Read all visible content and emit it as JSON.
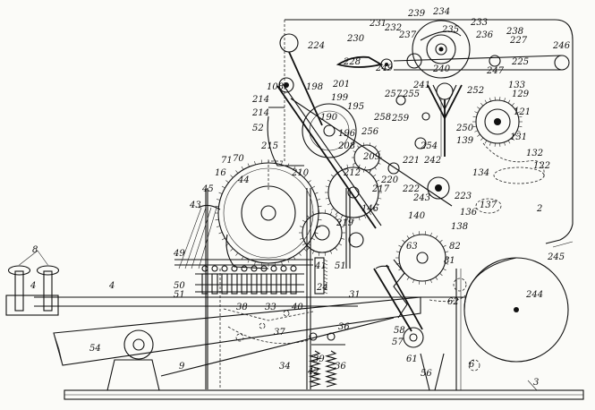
{
  "figure": {
    "reference_numerals": [
      {
        "id": "r239",
        "text": "239"
      },
      {
        "id": "r234",
        "text": "234"
      },
      {
        "id": "r233",
        "text": "233"
      },
      {
        "id": "r231",
        "text": "231"
      },
      {
        "id": "r232",
        "text": "232"
      },
      {
        "id": "r237",
        "text": "237"
      },
      {
        "id": "r235",
        "text": "235"
      },
      {
        "id": "r236",
        "text": "236"
      },
      {
        "id": "r238",
        "text": "238"
      },
      {
        "id": "r227",
        "text": "227"
      },
      {
        "id": "r246",
        "text": "246"
      },
      {
        "id": "r230",
        "text": "230"
      },
      {
        "id": "r224",
        "text": "224"
      },
      {
        "id": "r228",
        "text": "228"
      },
      {
        "id": "r249",
        "text": "249"
      },
      {
        "id": "r240",
        "text": "240"
      },
      {
        "id": "r247",
        "text": "247"
      },
      {
        "id": "r225",
        "text": "225"
      },
      {
        "id": "r108",
        "text": "108"
      },
      {
        "id": "r198",
        "text": "198"
      },
      {
        "id": "r201",
        "text": "201"
      },
      {
        "id": "r241",
        "text": "241"
      },
      {
        "id": "r257",
        "text": "257"
      },
      {
        "id": "r255",
        "text": "255"
      },
      {
        "id": "r252",
        "text": "252"
      },
      {
        "id": "r133",
        "text": "133"
      },
      {
        "id": "r129",
        "text": "129"
      },
      {
        "id": "r214a",
        "text": "214"
      },
      {
        "id": "r199",
        "text": "199"
      },
      {
        "id": "r214b",
        "text": "214"
      },
      {
        "id": "r195",
        "text": "195"
      },
      {
        "id": "r259",
        "text": "259"
      },
      {
        "id": "r121",
        "text": "121"
      },
      {
        "id": "r52",
        "text": "52"
      },
      {
        "id": "r190",
        "text": "190"
      },
      {
        "id": "r258",
        "text": "258"
      },
      {
        "id": "r256",
        "text": "256"
      },
      {
        "id": "r250",
        "text": "250"
      },
      {
        "id": "r196",
        "text": "196"
      },
      {
        "id": "r215",
        "text": "215"
      },
      {
        "id": "r208",
        "text": "208"
      },
      {
        "id": "r254",
        "text": "254"
      },
      {
        "id": "r139",
        "text": "139"
      },
      {
        "id": "r131",
        "text": "131"
      },
      {
        "id": "r132",
        "text": "132"
      },
      {
        "id": "r70",
        "text": "70"
      },
      {
        "id": "r209",
        "text": "209"
      },
      {
        "id": "r221",
        "text": "221"
      },
      {
        "id": "r242",
        "text": "242"
      },
      {
        "id": "r122",
        "text": "122"
      },
      {
        "id": "r71",
        "text": "71"
      },
      {
        "id": "r212",
        "text": "212"
      },
      {
        "id": "r16",
        "text": "16"
      },
      {
        "id": "r210",
        "text": "210"
      },
      {
        "id": "r134",
        "text": "134"
      },
      {
        "id": "r44",
        "text": "44"
      },
      {
        "id": "r220",
        "text": "220"
      },
      {
        "id": "r217",
        "text": "217"
      },
      {
        "id": "r222",
        "text": "222"
      },
      {
        "id": "r45",
        "text": "45"
      },
      {
        "id": "r243",
        "text": "243"
      },
      {
        "id": "r137",
        "text": "137"
      },
      {
        "id": "r223",
        "text": "223"
      },
      {
        "id": "r2",
        "text": "2"
      },
      {
        "id": "r43",
        "text": "43"
      },
      {
        "id": "r146",
        "text": "146"
      },
      {
        "id": "r140",
        "text": "140"
      },
      {
        "id": "r136",
        "text": "136"
      },
      {
        "id": "r138",
        "text": "138"
      },
      {
        "id": "r219",
        "text": "219"
      },
      {
        "id": "r82",
        "text": "82"
      },
      {
        "id": "r49",
        "text": "49"
      },
      {
        "id": "r63",
        "text": "63"
      },
      {
        "id": "r81",
        "text": "81"
      },
      {
        "id": "r245",
        "text": "245"
      },
      {
        "id": "r8",
        "text": "8"
      },
      {
        "id": "r41",
        "text": "41"
      },
      {
        "id": "r51a",
        "text": "51"
      },
      {
        "id": "r50",
        "text": "50"
      },
      {
        "id": "r24",
        "text": "24"
      },
      {
        "id": "r51b",
        "text": "51"
      },
      {
        "id": "r4a",
        "text": "4"
      },
      {
        "id": "r31",
        "text": "31"
      },
      {
        "id": "r4b",
        "text": "4"
      },
      {
        "id": "r244",
        "text": "244"
      },
      {
        "id": "r62",
        "text": "62"
      },
      {
        "id": "r38",
        "text": "38"
      },
      {
        "id": "r33",
        "text": "33"
      },
      {
        "id": "r40",
        "text": "40"
      },
      {
        "id": "r58",
        "text": "58"
      },
      {
        "id": "r36a",
        "text": "36"
      },
      {
        "id": "r37",
        "text": "37"
      },
      {
        "id": "r57",
        "text": "57"
      },
      {
        "id": "r54",
        "text": "54"
      },
      {
        "id": "r39",
        "text": "39"
      },
      {
        "id": "r61",
        "text": "61"
      },
      {
        "id": "r9",
        "text": "9"
      },
      {
        "id": "r34",
        "text": "34"
      },
      {
        "id": "r42",
        "text": "42"
      },
      {
        "id": "r36b",
        "text": "36"
      },
      {
        "id": "r56",
        "text": "56"
      },
      {
        "id": "r6",
        "text": "6"
      },
      {
        "id": "r3",
        "text": "3"
      }
    ]
  }
}
